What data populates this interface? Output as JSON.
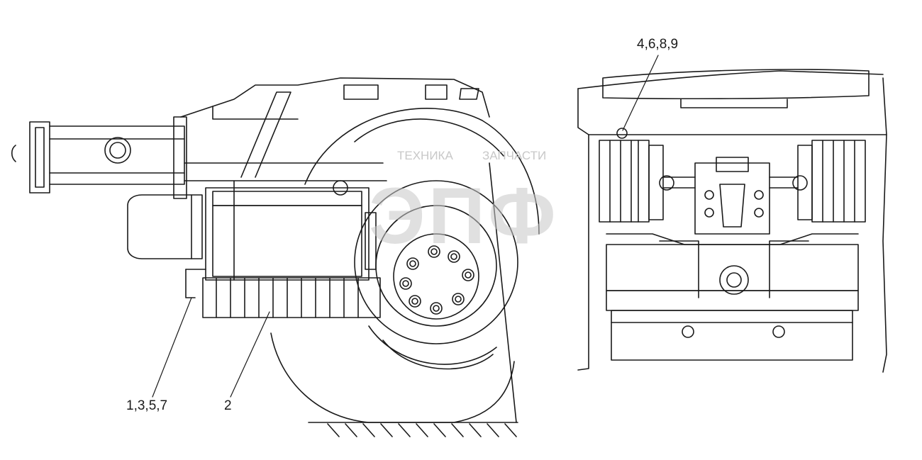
{
  "callouts": {
    "left_bottom": "1,3,5,7",
    "center_bottom": "2",
    "right_top": "4,6,8,9"
  },
  "watermark": {
    "top_text_left": "ТЕХНИКА",
    "top_text_right": "ЗАПЧАСТИ",
    "logo": "ЭПФ"
  },
  "colors": {
    "line": "#1a1a1a",
    "watermark": "#c8c8c8"
  }
}
